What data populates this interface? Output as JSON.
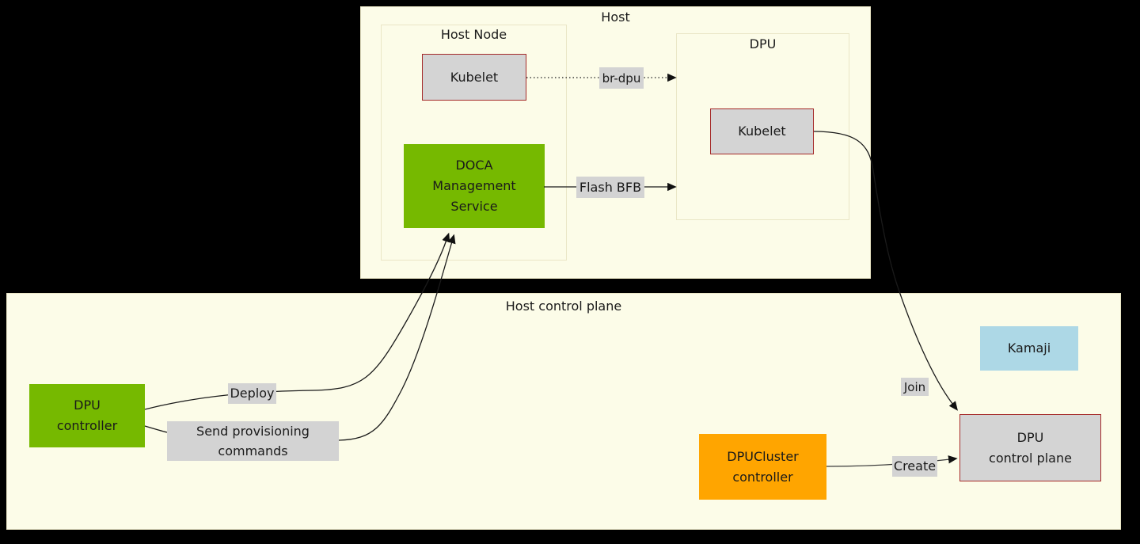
{
  "title": "DPU provisioning architecture diagram",
  "colors": {
    "background": "#000000",
    "cluster_fill": "#fcfce8",
    "cluster_border": "#eae6c6",
    "node_gray_fill": "#d4d4d4",
    "node_gray_border": "#a52a2a",
    "green": "#76b900",
    "orange": "#ffa500",
    "light_blue": "#add8e6",
    "edge_label_bg": "#d3d3d3",
    "edge_color": "#1a1a1a",
    "text_color": "#1a1a1a"
  },
  "clusters": {
    "host": {
      "label": "Host"
    },
    "host_node": {
      "label": "Host Node"
    },
    "dpu": {
      "label": "DPU"
    },
    "host_control_plane": {
      "label": "Host control plane"
    }
  },
  "nodes": {
    "kubelet_host": {
      "label": "Kubelet",
      "color": "#d4d4d4"
    },
    "doca_management_service": {
      "lines": [
        "DOCA",
        "Management",
        "Service"
      ],
      "color": "#76b900"
    },
    "kubelet_dpu": {
      "label": "Kubelet",
      "color": "#d4d4d4"
    },
    "dpu_controller": {
      "lines": [
        "DPU",
        "controller"
      ],
      "color": "#76b900"
    },
    "dpucluster_controller": {
      "lines": [
        "DPUCluster",
        "controller"
      ],
      "color": "#ffa500"
    },
    "kamaji": {
      "label": "Kamaji",
      "color": "#add8e6"
    },
    "dpu_control_plane": {
      "lines": [
        "DPU",
        "control plane"
      ],
      "color": "#d4d4d4"
    }
  },
  "edges": {
    "br_dpu": {
      "label": "br-dpu",
      "style": "dotted",
      "from": "kubelet_host",
      "to": "dpu"
    },
    "flash_bfb": {
      "label": "Flash BFB",
      "style": "solid",
      "from": "doca_management_service",
      "to": "dpu"
    },
    "deploy": {
      "label": "Deploy",
      "style": "solid",
      "from": "dpu_controller",
      "to": "doca_management_service"
    },
    "send_provisioning": {
      "lines": [
        "Send provisioning",
        "commands"
      ],
      "style": "solid",
      "from": "dpu_controller",
      "to": "doca_management_service"
    },
    "join": {
      "label": "Join",
      "style": "solid",
      "from": "kubelet_dpu",
      "to": "dpu_control_plane"
    },
    "create": {
      "label": "Create",
      "style": "solid",
      "from": "dpucluster_controller",
      "to": "dpu_control_plane"
    }
  }
}
